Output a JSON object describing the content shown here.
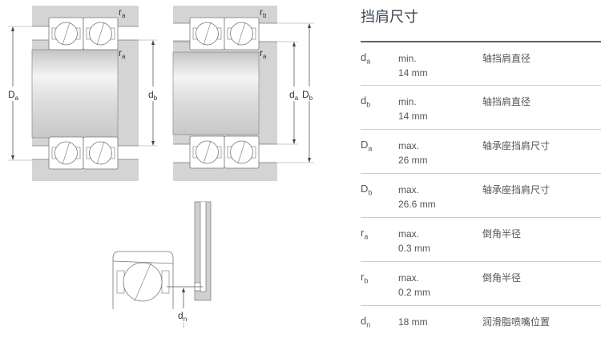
{
  "title": "挡肩尺寸",
  "rows": [
    {
      "symbol": "d",
      "sub": "a",
      "qualifier": "min.",
      "value": "14 mm",
      "description": "轴挡肩直径"
    },
    {
      "symbol": "d",
      "sub": "b",
      "qualifier": "min.",
      "value": "14 mm",
      "description": "轴挡肩直径"
    },
    {
      "symbol": "D",
      "sub": "a",
      "qualifier": "max.",
      "value": "26 mm",
      "description": "轴承座挡肩尺寸"
    },
    {
      "symbol": "D",
      "sub": "b",
      "qualifier": "max.",
      "value": "26.6 mm",
      "description": "轴承座挡肩尺寸"
    },
    {
      "symbol": "r",
      "sub": "a",
      "qualifier": "max.",
      "value": "0.3 mm",
      "description": "倒角半径"
    },
    {
      "symbol": "r",
      "sub": "b",
      "qualifier": "max.",
      "value": "0.2 mm",
      "description": "倒角半径"
    },
    {
      "symbol": "d",
      "sub": "n",
      "qualifier": "",
      "value": "18 mm",
      "description": "润滑脂喷嘴位置"
    }
  ],
  "diagram_labels": {
    "left": {
      "r_top": "r",
      "r_top_sub": "a",
      "r_mid": "r",
      "r_mid_sub": "a",
      "D": "D",
      "D_sub": "a",
      "d": "d",
      "d_sub": "b"
    },
    "right": {
      "r_top": "r",
      "r_top_sub": "b",
      "r_mid": "r",
      "r_mid_sub": "a",
      "d": "d",
      "d_sub": "a",
      "D": "D",
      "D_sub": "b"
    },
    "bottom": {
      "d": "d",
      "d_sub": "n"
    }
  }
}
